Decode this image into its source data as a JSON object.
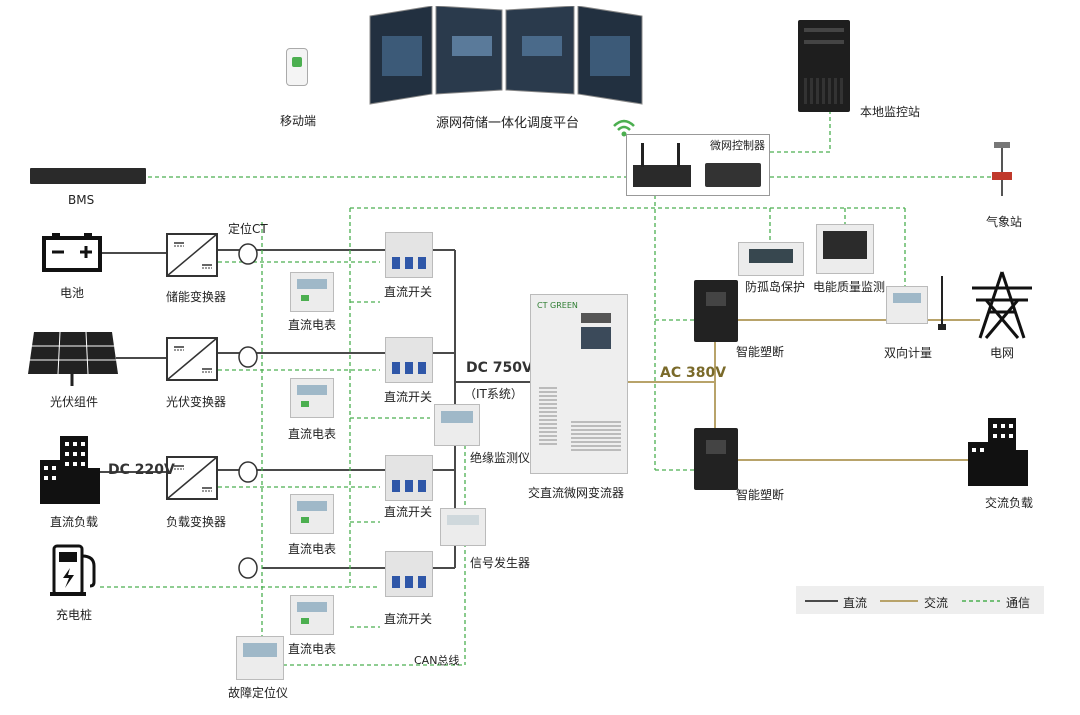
{
  "platform": {
    "label": "源网荷储一体化调度平台"
  },
  "mobile": {
    "label": "移动端"
  },
  "local_station": {
    "label": "本地监控站"
  },
  "micro_controller": {
    "label": "微网控制器"
  },
  "bms": {
    "label": "BMS"
  },
  "weather": {
    "label": "气象站"
  },
  "locate_ct": {
    "label": "定位CT"
  },
  "battery": {
    "label": "电池"
  },
  "storage_converter": {
    "label": "储能变换器"
  },
  "pv": {
    "label": "光伏组件"
  },
  "pv_converter": {
    "label": "光伏变换器"
  },
  "dc_load": {
    "label": "直流负载"
  },
  "load_converter": {
    "label": "负载变换器"
  },
  "charger": {
    "label": "充电桩"
  },
  "dc_switch": {
    "label": "直流开关"
  },
  "dc_meter": {
    "label": "直流电表"
  },
  "insulation_monitor": {
    "label": "绝缘监测仪"
  },
  "signal_gen": {
    "label": "信号发生器"
  },
  "can_bus": {
    "label": "CAN总线"
  },
  "fault_locator": {
    "label": "故障定位仪"
  },
  "dc_bus": {
    "voltage": "DC 750V",
    "system": "（IT系统）"
  },
  "dc220": {
    "voltage": "DC 220V"
  },
  "ac_bus": {
    "voltage": "AC 380V"
  },
  "converter_main": {
    "label": "交直流微网变流器",
    "brand": "CT GREEN"
  },
  "anti_island": {
    "label": "防孤岛保护"
  },
  "power_quality": {
    "label": "电能质量监测"
  },
  "smart_breaker": {
    "label": "智能塑断"
  },
  "bidir_meter": {
    "label": "双向计量"
  },
  "grid": {
    "label": "电网"
  },
  "ac_load": {
    "label": "交流负载"
  },
  "legend": {
    "dc": "直流",
    "ac": "交流",
    "comm": "通信"
  },
  "colors": {
    "dc": "#4a4a4a",
    "ac": "#b8a36a",
    "comm": "#4caf50"
  }
}
